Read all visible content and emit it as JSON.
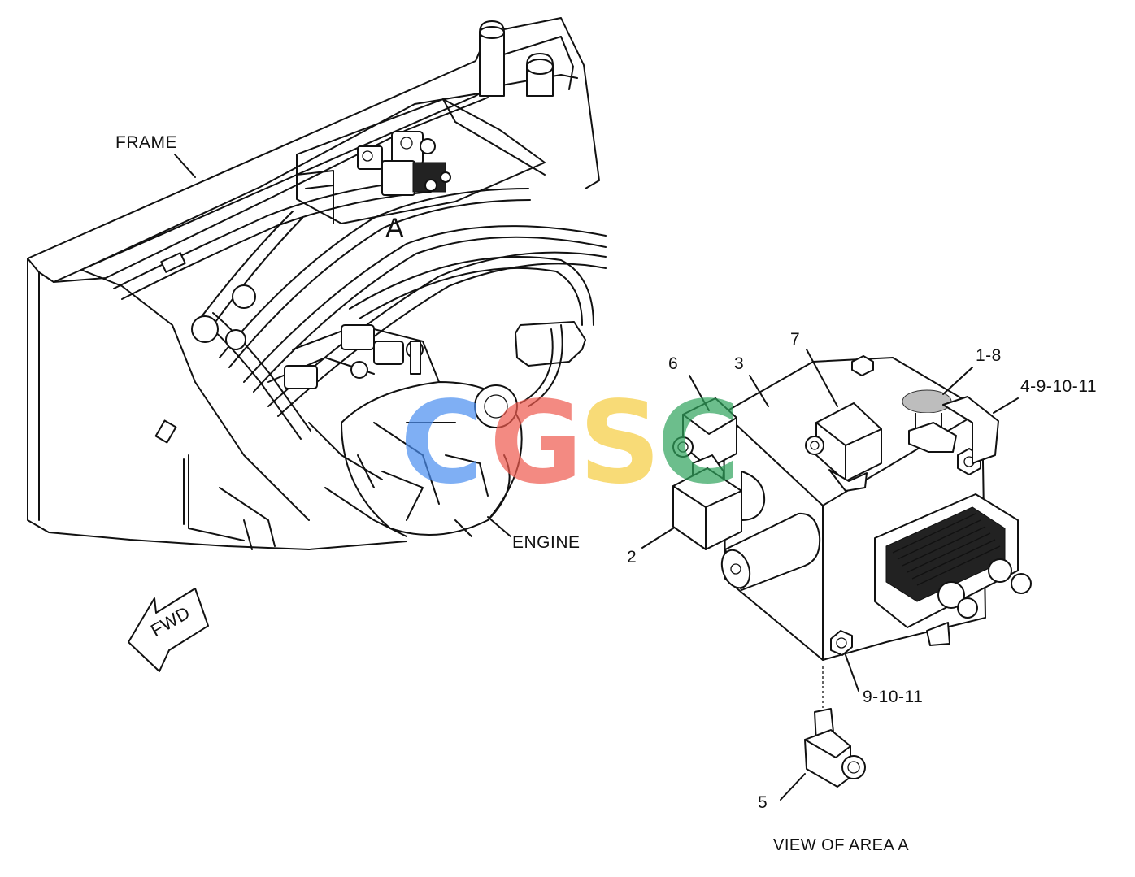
{
  "labels": {
    "frame": "FRAME",
    "area_marker": "A",
    "engine": "ENGINE",
    "fwd": "FWD",
    "view_caption": "VIEW OF AREA A",
    "callouts": {
      "c1_8": "1-8",
      "c2": "2",
      "c3": "3",
      "c4_9_10_11": "4-9-10-11",
      "c5": "5",
      "c6": "6",
      "c7": "7",
      "c9_10_11": "9-10-11"
    }
  },
  "watermark": {
    "letters": [
      "C",
      "G",
      "S",
      "C"
    ],
    "colors": [
      "#4a8ef0",
      "#ee5a4e",
      "#f6cc3e",
      "#2fa35c"
    ]
  }
}
